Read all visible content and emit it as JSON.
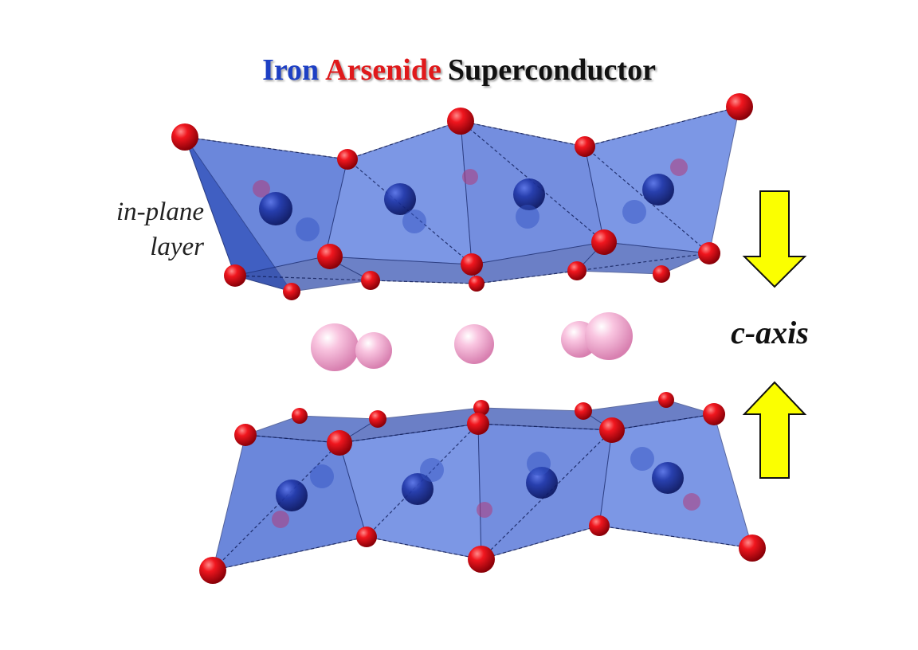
{
  "title": {
    "part1": "Iron",
    "part2": "Arsenide",
    "part3": "Superconductor",
    "colors": {
      "part1": "#1d3fc4",
      "part2": "#e0191b",
      "part3": "#111111"
    }
  },
  "labels": {
    "layer_line1": "in-plane",
    "layer_line2": "layer",
    "axis": "c-axis"
  },
  "colors": {
    "polyhedra": "#3e63d6",
    "iron_atom": "#1a2f9e",
    "arsenic_atom": "#e8121a",
    "spacer_atom": "#f4a9cf",
    "arrow_fill": "#fbff00"
  },
  "icons": {
    "arrow_down": "arrow-down-icon",
    "arrow_up": "arrow-up-icon"
  }
}
